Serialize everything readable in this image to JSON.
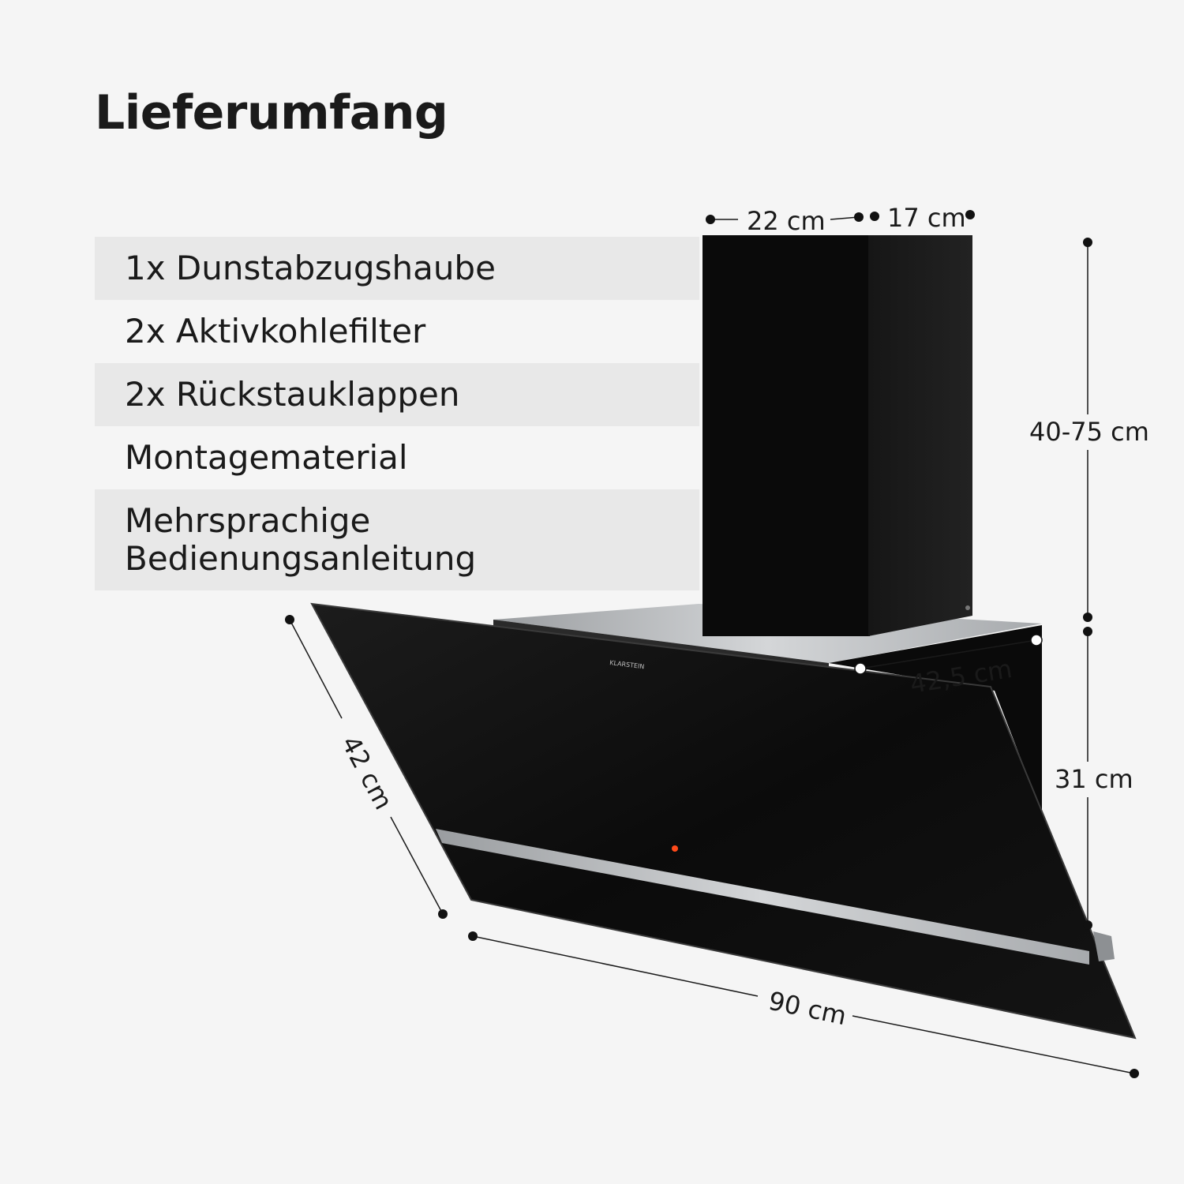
{
  "title": "Lieferumfang",
  "contents": [
    {
      "text": "1x Dunstabzugshaube"
    },
    {
      "text": "2x Aktivkohlefilter"
    },
    {
      "text": "2x Rückstauklappen"
    },
    {
      "text": "Montagematerial"
    },
    {
      "text": "Mehrsprachige\nBedienungsanleitung"
    }
  ],
  "dimensions": {
    "chimney_width": "22 cm",
    "chimney_depth": "17 cm",
    "chimney_height": "40-75 cm",
    "hood_depth": "42,5 cm",
    "hood_height": "31 cm",
    "glass_depth": "42 cm",
    "hood_width": "90 cm"
  },
  "brand_mark": "KLARSTEIN",
  "colors": {
    "background": "#f5f5f5",
    "row_shade": "#e8e8e8",
    "hood_black": "#0d0d0d",
    "steel": "#b9bcbf",
    "indicator": "#ff4a1a"
  }
}
